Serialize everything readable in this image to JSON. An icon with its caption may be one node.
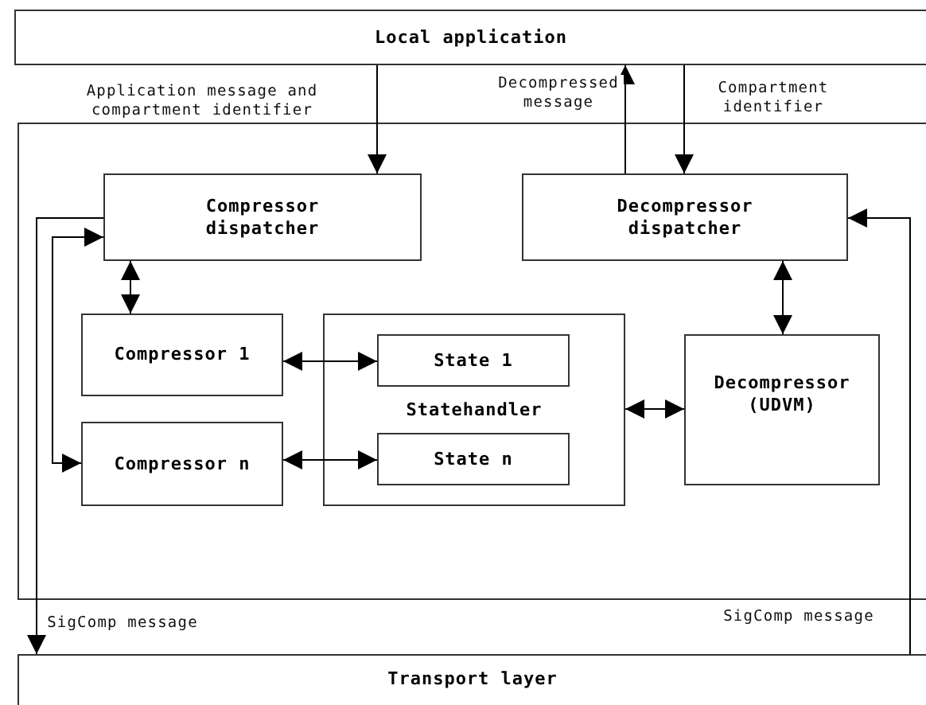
{
  "diagram": {
    "nodes": [
      {
        "text": [
          "Local application"
        ]
      },
      {
        "text": [],
        "shape": "box"
      },
      {
        "text": [
          "Compressor dispatcher"
        ],
        "in": 1
      },
      {
        "text": [
          "Decompressor dispatcher"
        ],
        "in": 1
      },
      {
        "text": [
          "Compressor 1"
        ],
        "in": 1
      },
      {
        "text": [
          "Statehandler"
        ],
        "in": 1
      },
      {
        "text": [
          "State 1"
        ],
        "in": 5
      },
      {
        "text": [
          "State n"
        ],
        "in": 5
      },
      {
        "text": [
          "Decompressor (UDVM)"
        ],
        "in": 1
      },
      {
        "text": [
          "Compressor n"
        ],
        "in": 1
      },
      {
        "text": [
          "Transport layer"
        ]
      }
    ],
    "edges": [
      {
        "from": 0,
        "to": 2,
        "arrow": "to",
        "label": "Application message and compartment identifier"
      },
      {
        "from": 3,
        "to": 0,
        "arrow": "to",
        "label": "Decompressed message"
      },
      {
        "from": 0,
        "to": 3,
        "arrow": "to",
        "label": "Compartment identifier"
      },
      {
        "from": 2,
        "to": 4,
        "arrow": "both"
      },
      {
        "from": 2,
        "to": 9,
        "arrow": "both"
      },
      {
        "from": 2,
        "to": 10,
        "arrow": "to",
        "label": "SigComp message"
      },
      {
        "from": 10,
        "to": 3,
        "arrow": "to",
        "label": "SigComp message"
      },
      {
        "from": 4,
        "to": 6,
        "arrow": "both"
      },
      {
        "from": 9,
        "to": 7,
        "arrow": "both"
      },
      {
        "from": 5,
        "to": 8,
        "arrow": "both"
      },
      {
        "from": 8,
        "to": 3,
        "arrow": "both"
      }
    ]
  }
}
